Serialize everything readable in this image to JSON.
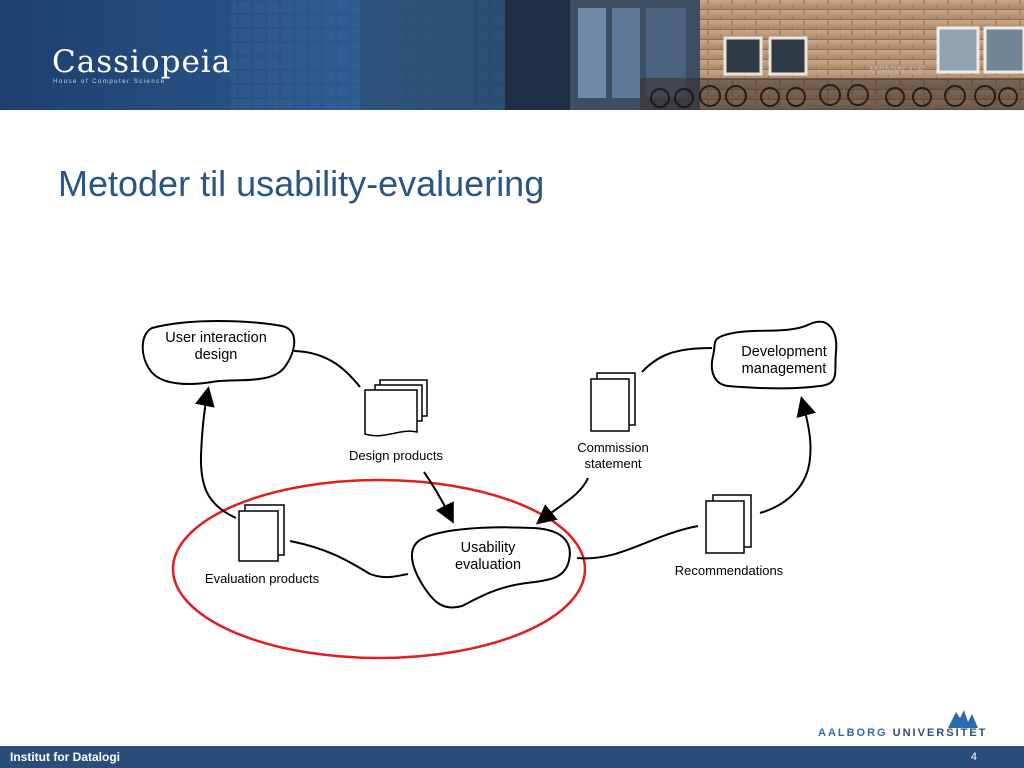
{
  "banner": {
    "brand": "Cassiopeia",
    "brand_subtitle": "House of Computer Science",
    "url_fragment": "www.cs"
  },
  "title": "Metoder til usability-evaluering",
  "diagram": {
    "nodes": {
      "user_interaction_design": "User interaction\ndesign",
      "development_management": "Development\nmanagement",
      "usability_evaluation": "Usability\nevaluation"
    },
    "documents": {
      "design_products": "Design products",
      "commission_statement": "Commission\nstatement",
      "evaluation_products": "Evaluation products",
      "recommendations": "Recommendations"
    },
    "highlight_color": "#e02020"
  },
  "footer": {
    "institute": "Institut for Datalogi",
    "page_number": "4",
    "university_first": "AALBORG",
    "university_second": "UNIVERSITET"
  }
}
